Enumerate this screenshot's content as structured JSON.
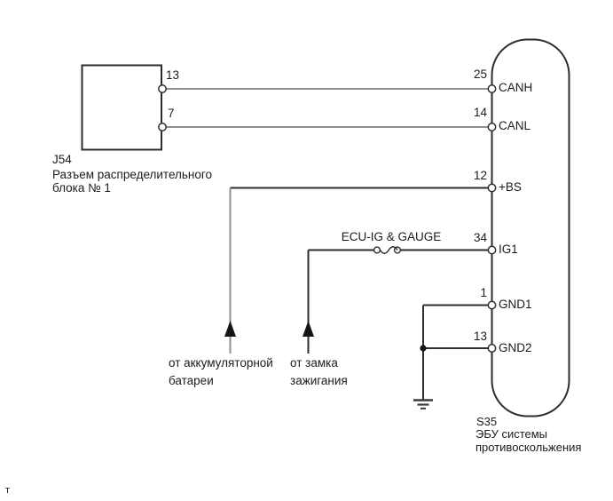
{
  "diagram": {
    "left_connector": {
      "id": "J54",
      "desc_line1": "Разъем распределительного",
      "desc_line2": "блока № 1",
      "pins": [
        {
          "number": "13"
        },
        {
          "number": "7"
        }
      ]
    },
    "right_connector": {
      "id": "S35",
      "desc_line1": "ЭБУ системы",
      "desc_line2": "противоскольжения",
      "pins": [
        {
          "number": "25",
          "label": "CANH"
        },
        {
          "number": "14",
          "label": "CANL"
        },
        {
          "number": "12",
          "label": "+BS"
        },
        {
          "number": "34",
          "label": "IG1"
        },
        {
          "number": "1",
          "label": "GND1"
        },
        {
          "number": "13",
          "label": "GND2"
        }
      ]
    },
    "fuse": {
      "label": "ECU-IG & GAUGE"
    },
    "sources": {
      "battery_line1": "от аккумуляторной",
      "battery_line2": "батареи",
      "ignition_line1": "от замка",
      "ignition_line2": "зажигания"
    },
    "footer_char": "т",
    "icons": {
      "fuse": "fuse-icon",
      "ground": "ground-icon",
      "battery_feed": "arrow-up-icon",
      "ignition_feed": "arrow-up-icon"
    },
    "colors": {
      "wire_gray": "#8f8f8f",
      "wire_dark": "#2d2d2d",
      "text": "#1c1c1c",
      "background": "#ffffff"
    }
  }
}
